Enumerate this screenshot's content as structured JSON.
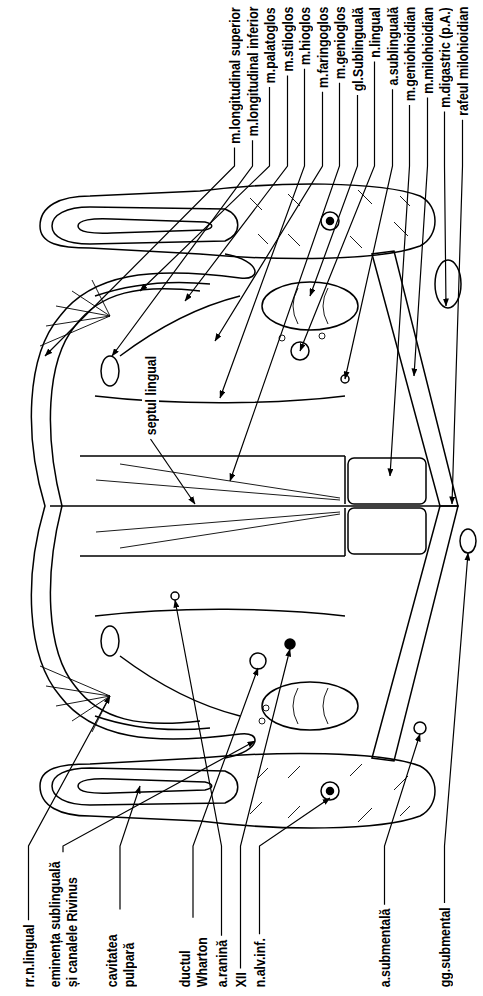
{
  "diagram": {
    "labels": [
      "m.longitudinal superior",
      "m.longitudinal inferior",
      "m.palatoglos",
      "m.stiloglos",
      "m.hioglos",
      "m.faringoglos",
      "m.genioglos",
      "gl.Sublinguală",
      "n.lingual",
      "a.sublinguală",
      "m.geniohioidian",
      "m.milohioidian",
      "m.digastric (p.A.)",
      "rafeul milohioidian",
      "septul lingual",
      "rr.n.lingual",
      "eminența sublinguală și canalele Rivinus",
      "cavitatea pulpară",
      "ductul Wharton",
      "a.ranină",
      "XII",
      "n.alv.inf.",
      "a.submentală",
      "gg.submental"
    ]
  }
}
